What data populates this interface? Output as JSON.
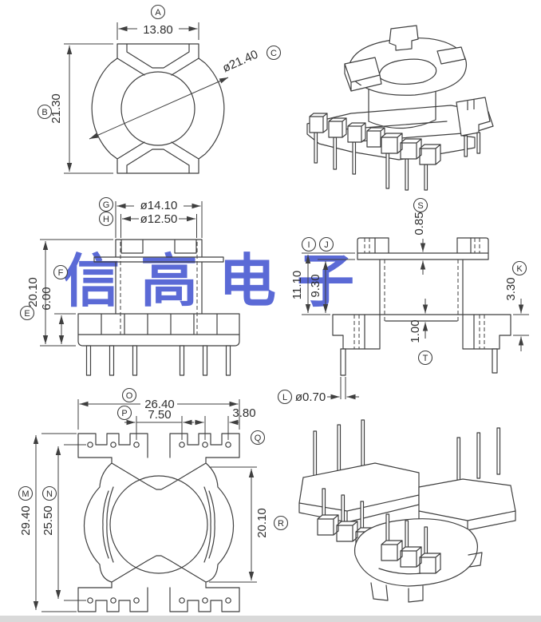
{
  "watermark": {
    "text": "信高电子",
    "color": "#5b6ad6"
  },
  "page": {
    "background": "#ffffff",
    "footer_strip_color": "#d9d9d9",
    "line_color": "#3f3f3f"
  },
  "dims": {
    "A": {
      "label": "A",
      "value": "13.80"
    },
    "B": {
      "label": "B",
      "value": "21.30"
    },
    "C": {
      "label": "C",
      "value": "ø21.40"
    },
    "E": {
      "label": "E",
      "value": "20.10"
    },
    "F": {
      "label": "F",
      "value": "6.00"
    },
    "G": {
      "label": "G",
      "value": "ø14.10"
    },
    "H": {
      "label": "H",
      "value": "ø12.50"
    },
    "I": {
      "label": "I",
      "value": "11.10"
    },
    "J": {
      "label": "J",
      "value": "9.30"
    },
    "K": {
      "label": "K",
      "value": "3.30"
    },
    "L": {
      "label": "L",
      "value": "ø0.70"
    },
    "M": {
      "label": "M",
      "value": "29.40"
    },
    "N": {
      "label": "N",
      "value": "25.50"
    },
    "O": {
      "label": "O",
      "value": "26.40"
    },
    "P": {
      "label": "P",
      "value": "7.50"
    },
    "Q": {
      "label": "Q",
      "value": "3.80"
    },
    "R": {
      "label": "R",
      "value": "20.10"
    },
    "S": {
      "label": "S",
      "value": "0.85"
    },
    "T": {
      "label": "T",
      "value": "1.00"
    }
  }
}
